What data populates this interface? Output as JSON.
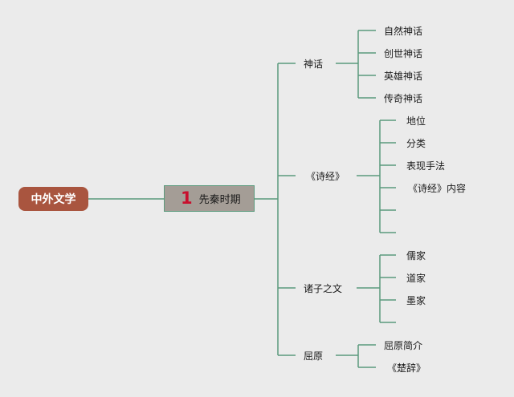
{
  "root": {
    "label": "中外文学"
  },
  "period": {
    "number": "1",
    "label": "先秦时期"
  },
  "branches": [
    {
      "label": "神话",
      "items": [
        "自然神话",
        "创世神话",
        "英雄神话",
        "传奇神话"
      ]
    },
    {
      "label": "《诗经》",
      "items": [
        "地位",
        "分类",
        "表现手法",
        "《诗经》内容",
        "",
        ""
      ]
    },
    {
      "label": "诸子之文",
      "items": [
        "儒家",
        "道家",
        "墨家",
        ""
      ]
    },
    {
      "label": "屈原",
      "items": [
        "屈原简介",
        "《楚辞》"
      ]
    }
  ],
  "colors": {
    "line": "#5b9a7d",
    "root": "#a9553f",
    "period": "#a49d96",
    "number": "#c8102e"
  }
}
